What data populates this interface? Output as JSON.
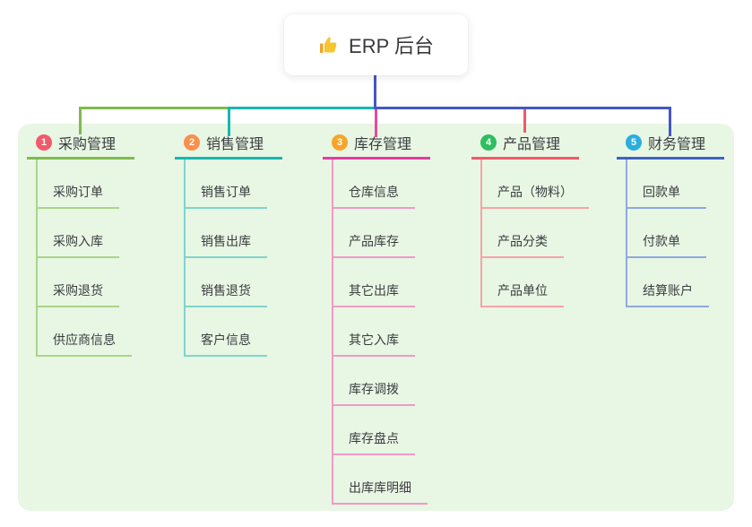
{
  "root": {
    "icon": "thumbs-up-icon",
    "label": "ERP 后台"
  },
  "panel": {
    "background": "#e8f6e4"
  },
  "connectors": {
    "root_blue": "#4456c6",
    "left_green": "#7fbb4d",
    "mid_teal": "#16b8ae",
    "right_blue": "#4456c6",
    "drop_green": "#7fbb4d",
    "drop_teal": "#16b8ae",
    "drop_magenta": "#e8489f",
    "drop_red": "#f4586a",
    "drop_blue": "#4456c6"
  },
  "branches": [
    {
      "num": "1",
      "label": "采购管理",
      "colors": {
        "badge": "#f25a6b",
        "main": "#7fbb4d",
        "light": "#abd489"
      },
      "children": [
        "采购订单",
        "采购入库",
        "采购退货",
        "供应商信息"
      ]
    },
    {
      "num": "2",
      "label": "销售管理",
      "colors": {
        "badge": "#fb8e4b",
        "main": "#16b8ae",
        "light": "#7fd4cc"
      },
      "children": [
        "销售订单",
        "销售出库",
        "销售退货",
        "客户信息"
      ]
    },
    {
      "num": "3",
      "label": "库存管理",
      "colors": {
        "badge": "#f6a52b",
        "main": "#e33c9f",
        "light": "#f09ac6"
      },
      "children": [
        "仓库信息",
        "产品库存",
        "其它出库",
        "其它入库",
        "库存调拨",
        "库存盘点",
        "出库库明细"
      ]
    },
    {
      "num": "4",
      "label": "产品管理",
      "colors": {
        "badge": "#2fbe60",
        "main": "#f4586a",
        "light": "#f9a2a9"
      },
      "children": [
        "产品（物料）",
        "产品分类",
        "产品单位"
      ]
    },
    {
      "num": "5",
      "label": "财务管理",
      "colors": {
        "badge": "#2aaede",
        "main": "#3f62c5",
        "light": "#8fa9e0"
      },
      "children": [
        "回款单",
        "付款单",
        "结算账户"
      ]
    }
  ]
}
